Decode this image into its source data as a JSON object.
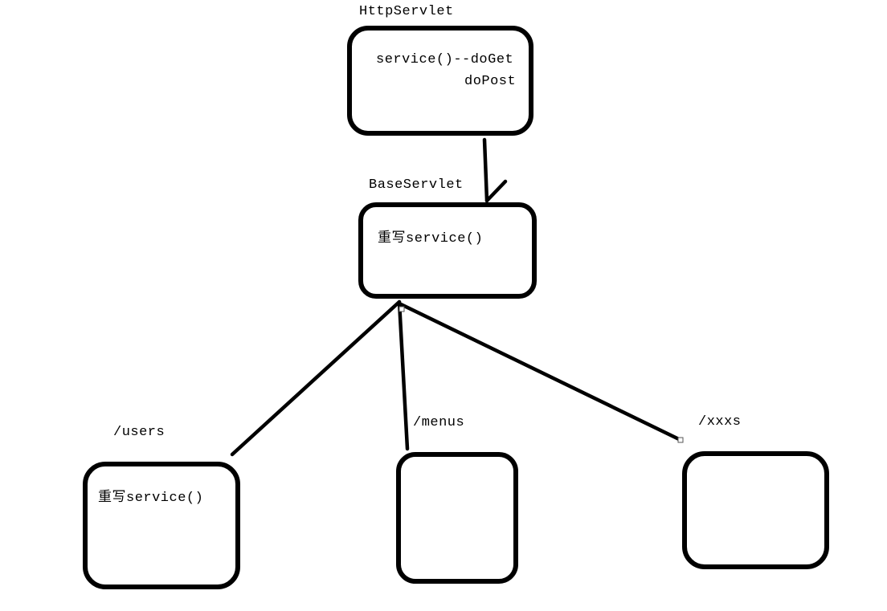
{
  "canvas": {
    "background_color": "#ffffff",
    "ink_color": "#000000"
  },
  "nodes": {
    "httpservlet": {
      "label": "HttpServlet",
      "body_line1": "service()--doGet",
      "body_line2": "doPost"
    },
    "baseservlet": {
      "label": "BaseServlet",
      "body": "重写service()"
    },
    "users": {
      "label": "/users",
      "body": "重写service()"
    },
    "menus": {
      "label": "/menus"
    },
    "xxxs": {
      "label": "/xxxs"
    }
  },
  "edges": [
    {
      "from": "HttpServlet",
      "to": "BaseServlet",
      "style": "arrow"
    },
    {
      "from": "BaseServlet",
      "to": "/users",
      "style": "line"
    },
    {
      "from": "BaseServlet",
      "to": "/menus",
      "style": "line"
    },
    {
      "from": "BaseServlet",
      "to": "/xxxs",
      "style": "line-selected"
    }
  ]
}
